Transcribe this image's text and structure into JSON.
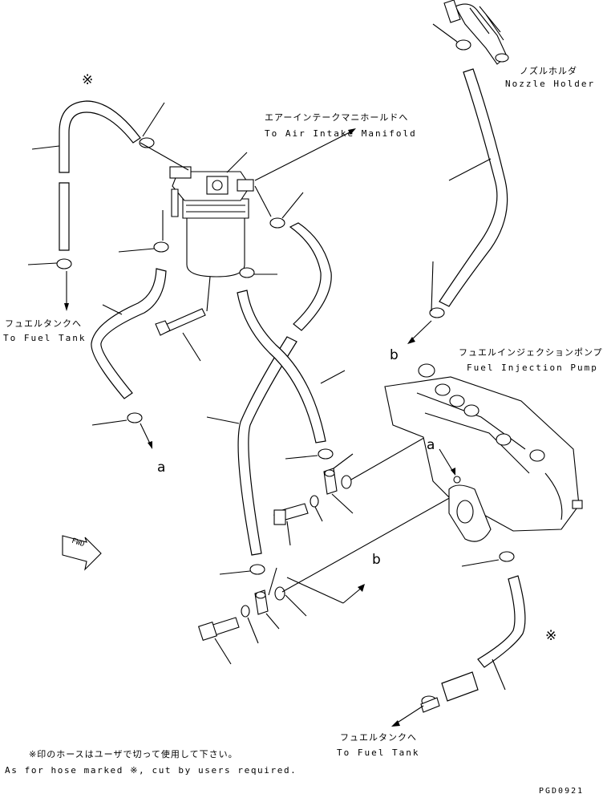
{
  "labels": {
    "nozzle_holder_jp": "ノズルホルダ",
    "nozzle_holder_en": "Nozzle Holder",
    "air_intake_jp": "エアーインテークマニホールドへ",
    "air_intake_en": "To Air Intake Manifold",
    "fuel_tank_left_jp": "フュエルタンクへ",
    "fuel_tank_left_en": "To Fuel Tank",
    "fuel_pump_jp": "フュエルインジェクションポンプ",
    "fuel_pump_en": "Fuel Injection Pump",
    "fuel_tank_bottom_jp": "フュエルタンクへ",
    "fuel_tank_bottom_en": "To Fuel Tank",
    "mark_a_left": "a",
    "mark_a_pump": "a",
    "mark_b_top": "b",
    "mark_b_bottom": "b",
    "asterisk_top": "※",
    "asterisk_right": "※",
    "fwd": "FWD",
    "note_jp": "※印のホースはユーザで切って使用して下さい。",
    "note_en": "As for hose marked ※, cut by users required.",
    "drawing_code": "PGD0921"
  }
}
